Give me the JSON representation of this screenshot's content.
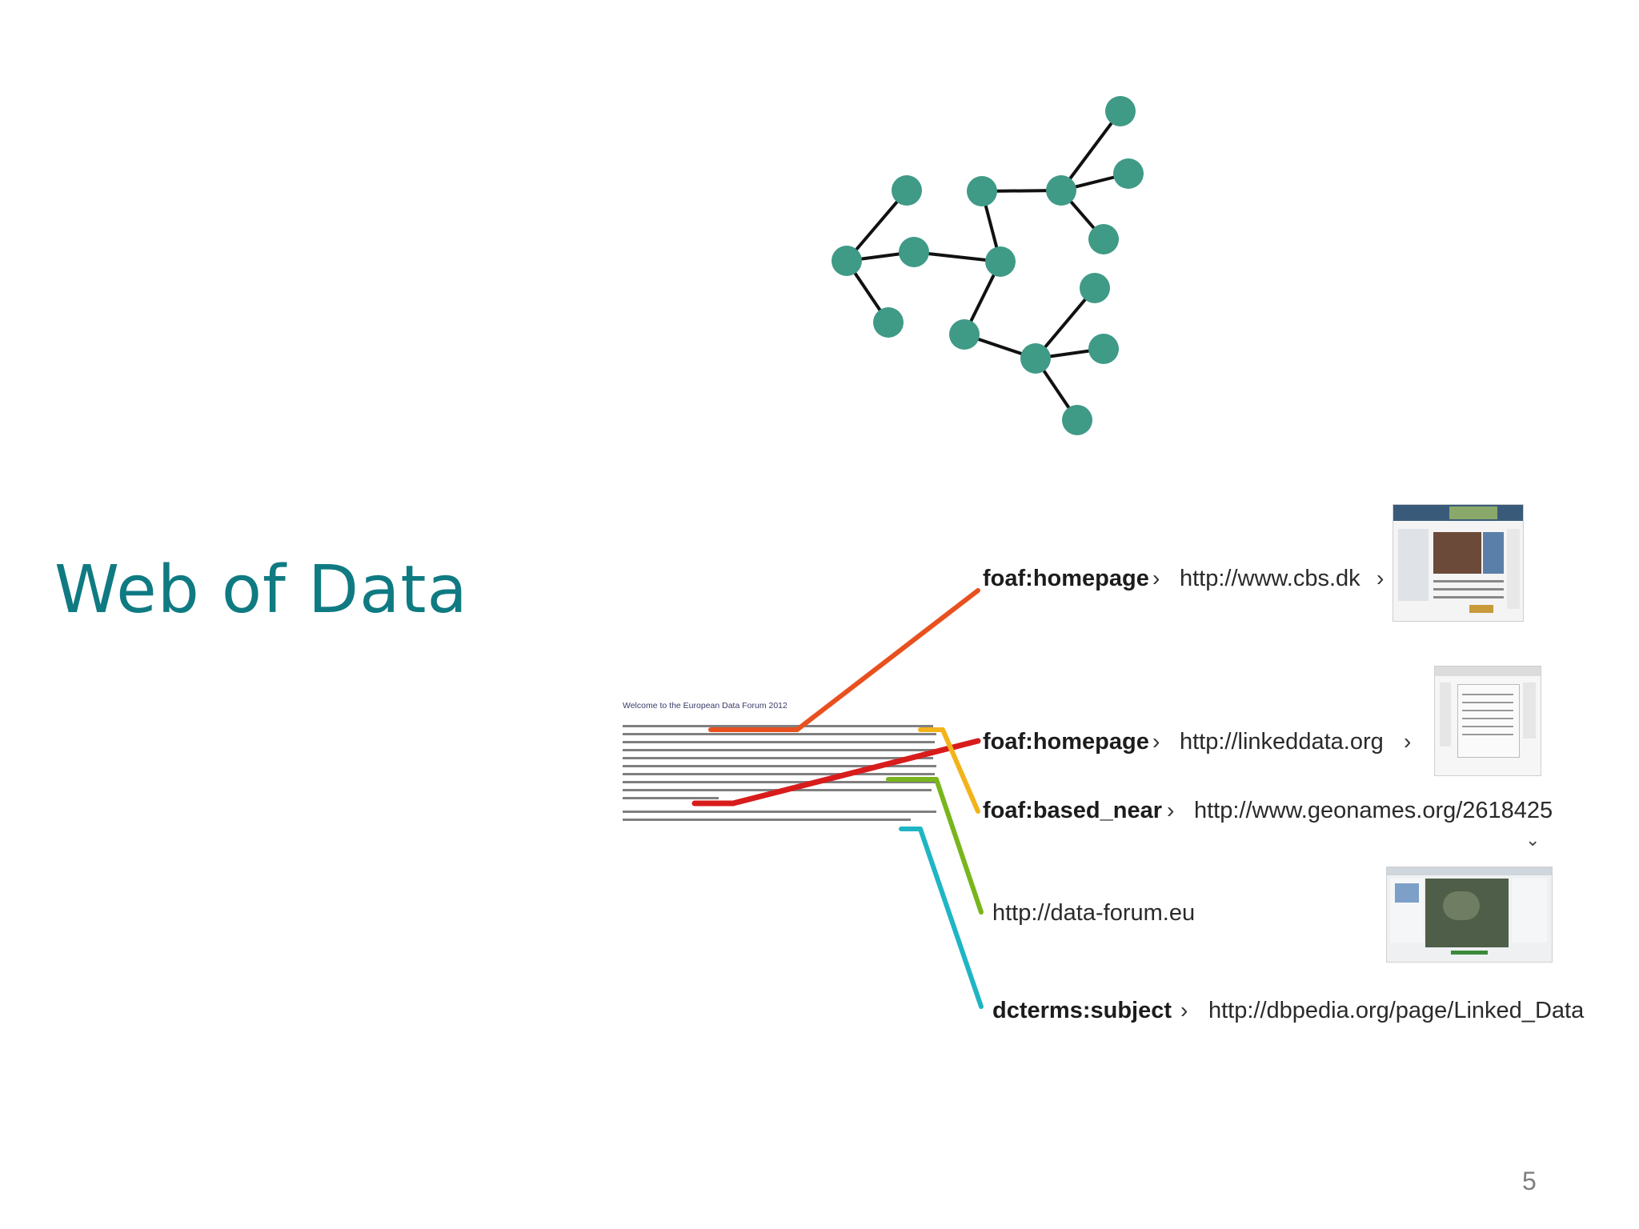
{
  "slide": {
    "title": "Web of Data",
    "page_number": "5"
  },
  "graph": {
    "node_color": "#3f9a86",
    "edge_color": "#111111"
  },
  "document": {
    "heading": "Welcome to the European Data Forum 2012"
  },
  "links": [
    {
      "property": "foaf:homepage",
      "separator": "›",
      "url": "http://www.cbs.dk",
      "arrow": "›",
      "color": "#e8511f"
    },
    {
      "property": "foaf:homepage",
      "separator": "›",
      "url": "http://linkeddata.org",
      "arrow": "›",
      "color": "#d81c1c"
    },
    {
      "property": "foaf:based_near",
      "separator": "›",
      "url": "http://www.geonames.org/2618425",
      "arrow": "⌄",
      "color": "#f2b31b"
    },
    {
      "property": "",
      "separator": "",
      "url": "http://data-forum.eu",
      "arrow": "",
      "color": "#79b51c"
    },
    {
      "property": "dcterms:subject",
      "separator": "›",
      "url": "http://dbpedia.org/page/Linked_Data",
      "arrow": "",
      "color": "#1fb5c4"
    }
  ]
}
